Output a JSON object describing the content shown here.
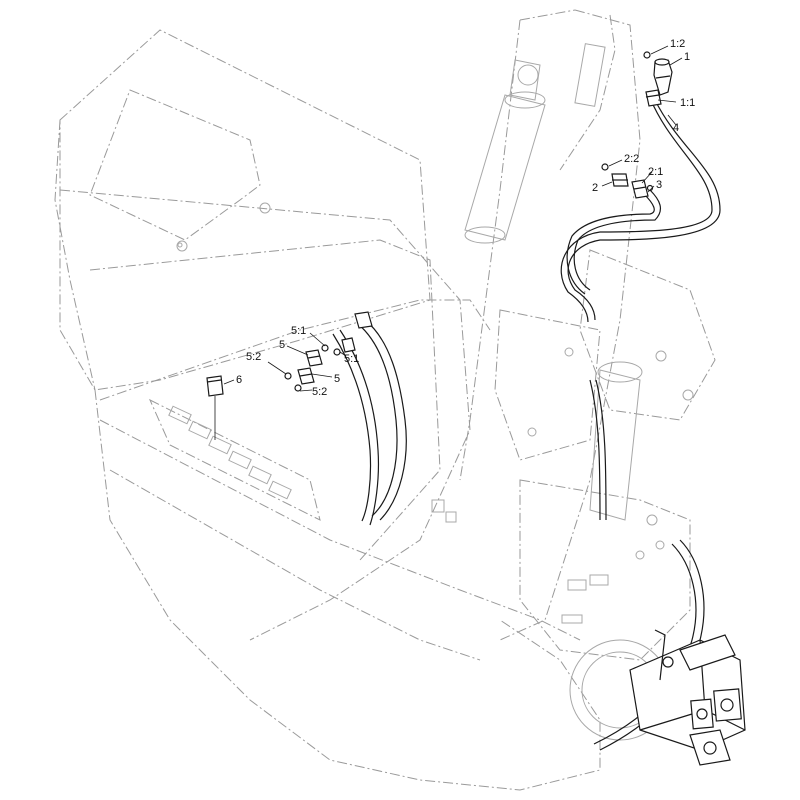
{
  "callouts": {
    "c1_2": "1:2",
    "c1": "1",
    "c1_1": "1:1",
    "c4": "4",
    "c2_2": "2:2",
    "c2_1": "2:1",
    "c2": "2",
    "c3": "3",
    "c5_1_top": "5:1",
    "c5_top": "5",
    "c5_1_right": "5:1",
    "c5_2_left": "5:2",
    "c5_right": "5",
    "c5_2_bottom": "5:2",
    "c6": "6"
  },
  "colors": {
    "ghost_lines": "#9a9a9a",
    "part_lines": "#1a1a1a",
    "background": "#ffffff"
  }
}
